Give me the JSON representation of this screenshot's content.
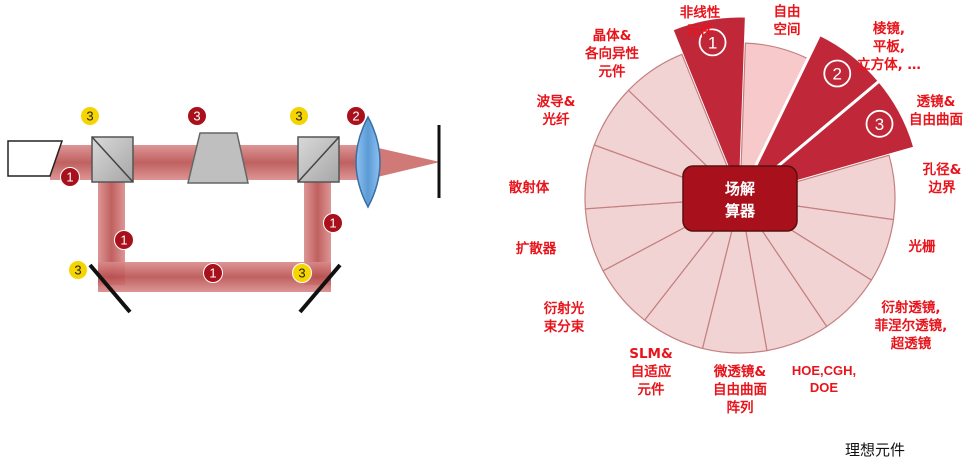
{
  "left_diagram": {
    "badges": [
      {
        "num": "3",
        "color": "#f5d400",
        "text_color": "#222222"
      },
      {
        "num": "3",
        "color": "#a8101c",
        "text_color": "#ffffff"
      },
      {
        "num": "3",
        "color": "#f5d400",
        "text_color": "#222222"
      },
      {
        "num": "2",
        "color": "#a8101c",
        "text_color": "#ffffff"
      },
      {
        "num": "1",
        "color": "#a8101c",
        "text_color": "#ffffff"
      },
      {
        "num": "1",
        "color": "#a8101c",
        "text_color": "#ffffff"
      },
      {
        "num": "1",
        "color": "#a8101c",
        "text_color": "#ffffff"
      },
      {
        "num": "1",
        "color": "#a8101c",
        "text_color": "#ffffff"
      },
      {
        "num": "3",
        "color": "#f5d400",
        "text_color": "#222222"
      },
      {
        "num": "3",
        "color": "#f5d400",
        "text_color": "#222222"
      }
    ]
  },
  "wheel": {
    "center_lines": [
      "场解",
      "算器"
    ],
    "highlight_numbers": [
      "1",
      "2",
      "3"
    ],
    "labels": [
      {
        "lines": [
          "自由",
          "空间"
        ]
      },
      {
        "lines": [
          "棱镜,",
          "平板,",
          "立方体, …"
        ]
      },
      {
        "lines": [
          "透镜&",
          "自由曲面"
        ]
      },
      {
        "lines": [
          "孔径&",
          "边界"
        ]
      },
      {
        "lines": [
          "光栅"
        ]
      },
      {
        "lines": [
          "衍射透镜,",
          "菲涅尔透镜,",
          "超透镜"
        ]
      },
      {
        "lines": [
          "HOE,CGH,",
          "DOE"
        ]
      },
      {
        "lines": [
          "微透镜&",
          "自由曲面",
          "阵列"
        ]
      },
      {
        "lines": [
          "SLM&",
          "自适应",
          "元件"
        ]
      },
      {
        "lines": [
          "衍射光",
          "束分束"
        ]
      },
      {
        "lines": [
          "扩散器"
        ]
      },
      {
        "lines": [
          "散射体"
        ]
      },
      {
        "lines": [
          "波导&",
          "光纤"
        ]
      },
      {
        "lines": [
          "晶体&",
          "各向异性",
          "元件"
        ]
      },
      {
        "lines": [
          "非线性",
          "元件"
        ]
      }
    ]
  },
  "footer": {
    "caption": "理想元件"
  },
  "colors": {
    "beam": "#c0504d",
    "segment_fill": "#f2d3d3",
    "segment_stroke": "#c58080",
    "highlight_dark": "#c0283a",
    "highlight_light": "#f7c9cb",
    "center_fill": "#a8101c"
  }
}
